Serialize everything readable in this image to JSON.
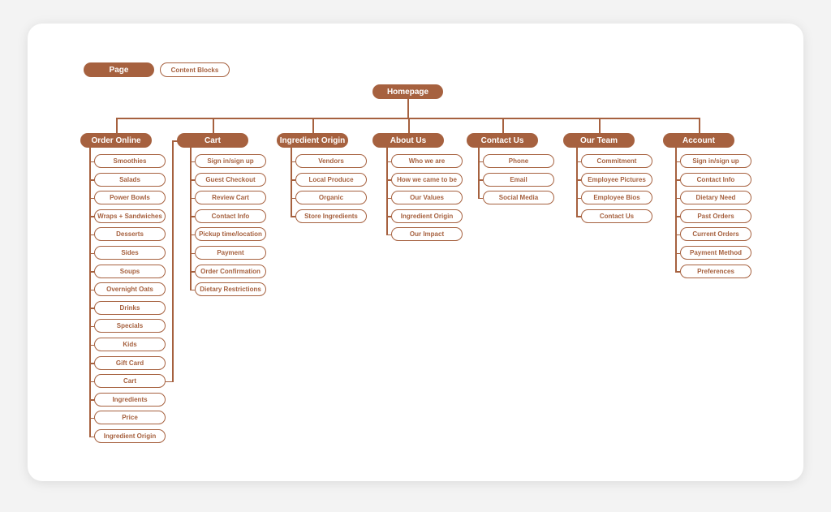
{
  "legend": {
    "page": "Page",
    "content_blocks": "Content Blocks"
  },
  "home": "Homepage",
  "categories": [
    {
      "name": "Order Online",
      "items": [
        "Smoothies",
        "Salads",
        "Power Bowls",
        "Wraps + Sandwiches",
        "Desserts",
        "Sides",
        "Soups",
        "Overnight Oats",
        "Drinks",
        "Specials",
        "Kids",
        "Gift Card",
        "Cart",
        "Ingredients",
        "Price",
        "Ingredient Origin"
      ]
    },
    {
      "name": "Cart",
      "items": [
        "Sign in/sign up",
        "Guest Checkout",
        "Review Cart",
        "Contact Info",
        "Pickup time/location",
        "Payment",
        "Order Confirmation",
        "Dietary Restrictions"
      ]
    },
    {
      "name": "Ingredient Origin",
      "items": [
        "Vendors",
        "Local Produce",
        "Organic",
        "Store Ingredients"
      ]
    },
    {
      "name": "About Us",
      "items": [
        "Who we are",
        "How we came to be",
        "Our Values",
        "Ingredient Origin",
        "Our Impact"
      ]
    },
    {
      "name": "Contact Us",
      "items": [
        "Phone",
        "Email",
        "Social Media"
      ]
    },
    {
      "name": "Our Team",
      "items": [
        "Commitment",
        "Employee Pictures",
        "Employee Bios",
        "Contact Us"
      ]
    },
    {
      "name": "Account",
      "items": [
        "Sign in/sign up",
        "Contact Info",
        "Dietary Need",
        "Past Orders",
        "Current Orders",
        "Payment Method",
        "Preferences"
      ]
    }
  ],
  "colors": {
    "accent": "#a6613f",
    "card": "#ffffff",
    "background": "#f3f3f3"
  }
}
